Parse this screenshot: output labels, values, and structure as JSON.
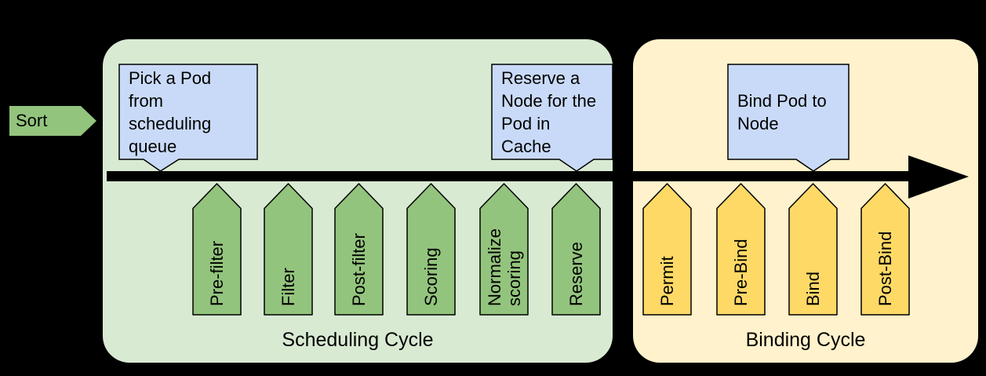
{
  "sort": {
    "label": "Sort"
  },
  "scheduling_cycle": {
    "label": "Scheduling Cycle",
    "extension_points": [
      "Pre-filter",
      "Filter",
      "Post-filter",
      "Scoring",
      "Normalize\nscoring",
      "Reserve"
    ]
  },
  "binding_cycle": {
    "label": "Binding Cycle",
    "extension_points": [
      "Permit",
      "Pre-Bind",
      "Bind",
      "Post-Bind"
    ]
  },
  "callouts": [
    {
      "text": "Pick a Pod from\nscheduling\nqueue"
    },
    {
      "text": "Reserve a\nNode for the\nPod in Cache"
    },
    {
      "text": "Bind Pod to\nNode"
    }
  ],
  "colors": {
    "green_arrow": "#93c47d",
    "green_panel": "#d9ead3",
    "yellow_arrow": "#ffd966",
    "yellow_panel": "#fff2cc",
    "callout_blue": "#c9daf8",
    "timeline_black": "#000000"
  }
}
